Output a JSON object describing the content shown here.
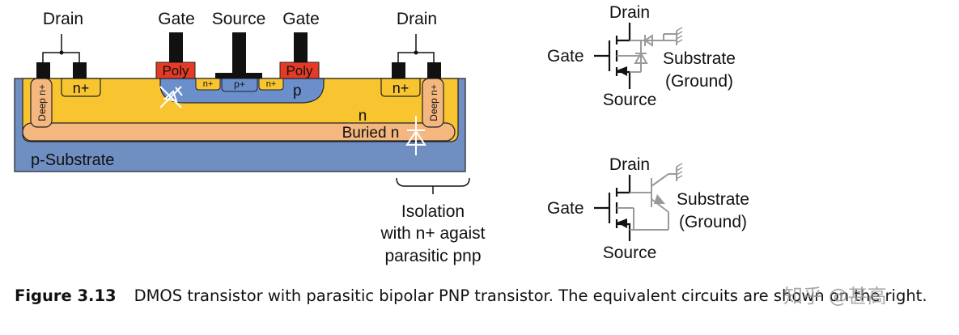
{
  "cross_section": {
    "drain_left": "Drain",
    "gate_left": "Gate",
    "source": "Source",
    "gate_right": "Gate",
    "drain_right": "Drain",
    "poly": "Poly",
    "n_plus": "n+",
    "p_plus": "p+",
    "p_region": "p",
    "deep_n_plus": "Deep n+",
    "n_region": "n",
    "buried_n": "Buried n",
    "p_substrate": "p-Substrate",
    "isolation_note": [
      "Isolation",
      "with n+ agaist",
      "parasitic pnp"
    ]
  },
  "circuit_top": {
    "drain": "Drain",
    "gate": "Gate",
    "source": "Source",
    "substrate": "Substrate",
    "ground": "(Ground)"
  },
  "circuit_bottom": {
    "drain": "Drain",
    "gate": "Gate",
    "source": "Source",
    "substrate": "Substrate",
    "ground": "(Ground)"
  },
  "caption": {
    "label": "Figure 3.13",
    "text": "DMOS transistor with parasitic bipolar PNP transistor. The equivalent circuits are shown on the right."
  },
  "watermark": "知乎 @甚高",
  "colors": {
    "substrate": "#6f8fc3",
    "n_well": "#f8c531",
    "buried": "#f4b77f",
    "poly": "#e53b26",
    "p_region": "#6a8fca",
    "parasitic": "#9a9a9a"
  }
}
